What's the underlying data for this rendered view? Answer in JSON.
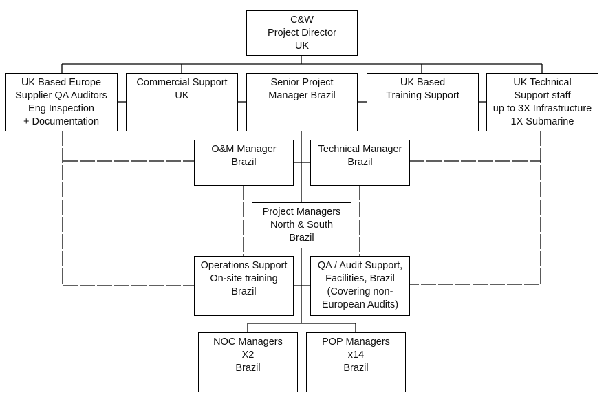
{
  "title": "Project organisation chart",
  "nodes": {
    "director": {
      "lines": [
        "C&W",
        "Project Director",
        "UK"
      ]
    },
    "uk_qa": {
      "lines": [
        "UK Based Europe",
        "Supplier QA Auditors",
        "Eng Inspection",
        "+ Documentation"
      ]
    },
    "commercial": {
      "lines": [
        "Commercial Support",
        "UK"
      ]
    },
    "senior_pm": {
      "lines": [
        "Senior Project",
        "Manager Brazil"
      ]
    },
    "training": {
      "lines": [
        "UK Based",
        "Training Support"
      ]
    },
    "uk_tech": {
      "lines": [
        "UK Technical",
        "Support staff",
        "up to 3X Infrastructure",
        "1X Submarine"
      ]
    },
    "om_manager": {
      "lines": [
        "O&M Manager",
        "Brazil"
      ]
    },
    "tech_manager": {
      "lines": [
        "Technical Manager",
        "Brazil"
      ]
    },
    "project_managers": {
      "lines": [
        "Project Managers",
        "North & South",
        "Brazil"
      ]
    },
    "ops_support": {
      "lines": [
        "Operations Support",
        "On-site training",
        "Brazil"
      ]
    },
    "qa_audit": {
      "lines": [
        "QA / Audit Support,",
        "Facilities, Brazil",
        "(Covering non-",
        "European Audits)"
      ]
    },
    "noc": {
      "lines": [
        "NOC Managers",
        "X2",
        "Brazil"
      ]
    },
    "pop": {
      "lines": [
        "POP Managers",
        "x14",
        "Brazil"
      ]
    }
  },
  "edges": [
    {
      "from": "director",
      "to": "uk_qa",
      "style": "solid"
    },
    {
      "from": "director",
      "to": "commercial",
      "style": "solid"
    },
    {
      "from": "director",
      "to": "senior_pm",
      "style": "solid"
    },
    {
      "from": "director",
      "to": "training",
      "style": "solid"
    },
    {
      "from": "director",
      "to": "uk_tech",
      "style": "solid"
    },
    {
      "from": "senior_pm",
      "to": "om_manager",
      "style": "solid"
    },
    {
      "from": "senior_pm",
      "to": "tech_manager",
      "style": "solid"
    },
    {
      "from": "senior_pm",
      "to": "project_managers",
      "style": "solid"
    },
    {
      "from": "project_managers",
      "to": "ops_support",
      "style": "solid"
    },
    {
      "from": "project_managers",
      "to": "qa_audit",
      "style": "solid"
    },
    {
      "from": "project_managers",
      "to": "noc",
      "style": "solid"
    },
    {
      "from": "project_managers",
      "to": "pop",
      "style": "solid"
    },
    {
      "from": "uk_qa",
      "to": "om_manager",
      "style": "dashed"
    },
    {
      "from": "uk_qa",
      "to": "ops_support",
      "style": "dashed"
    },
    {
      "from": "uk_tech",
      "to": "tech_manager",
      "style": "dashed"
    },
    {
      "from": "uk_tech",
      "to": "qa_audit",
      "style": "dashed"
    },
    {
      "from": "om_manager",
      "to": "ops_support",
      "style": "dashed"
    },
    {
      "from": "tech_manager",
      "to": "qa_audit",
      "style": "dashed"
    }
  ]
}
